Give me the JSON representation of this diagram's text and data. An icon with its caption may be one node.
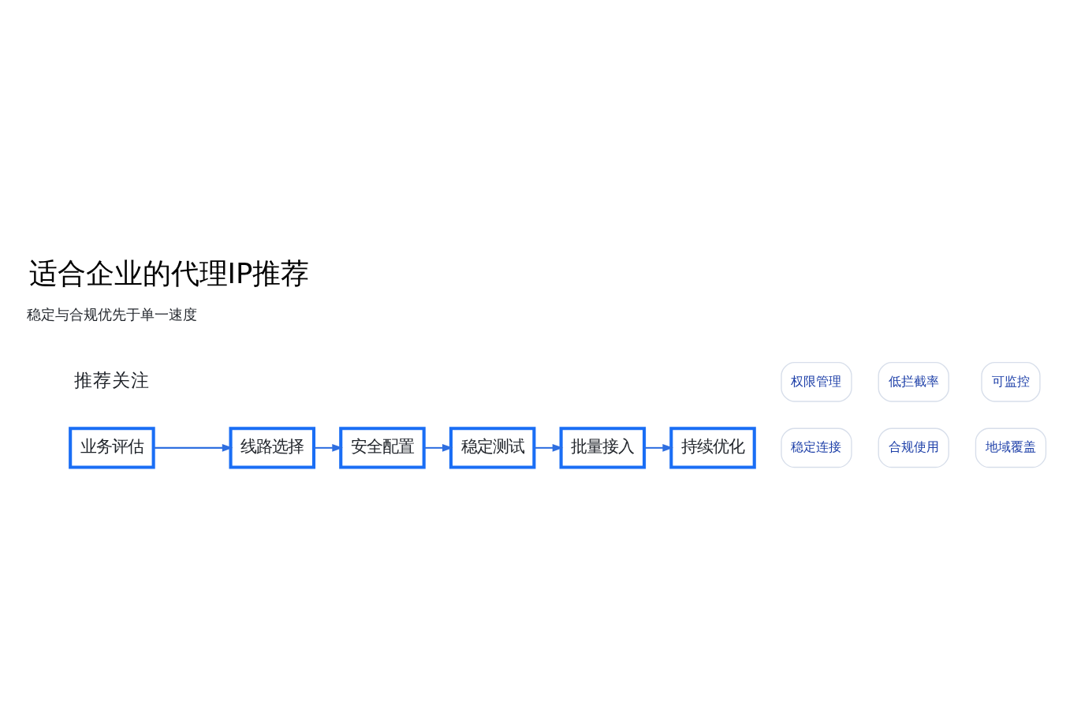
{
  "diagram": {
    "title": "适合企业的代理IP推荐",
    "nodes": [
      {
        "text": [
          "业务评估"
        ]
      },
      {
        "text": [
          "线路选择"
        ]
      },
      {
        "text": [
          "安全配置"
        ]
      },
      {
        "text": [
          "稳定测试"
        ]
      },
      {
        "text": [
          "批量接入"
        ]
      },
      {
        "text": [
          "持续优化"
        ]
      },
      {
        "text": [
          "稳定连接"
        ]
      },
      {
        "text": [
          "合规使用"
        ]
      },
      {
        "text": [
          "地域覆盖"
        ]
      },
      {
        "text": [
          "权限管理"
        ]
      },
      {
        "text": [
          "低拦截率"
        ]
      },
      {
        "text": [
          "可监控"
        ]
      }
    ],
    "edges": [
      {
        "from": 0,
        "to": 1,
        "arrow": "to"
      },
      {
        "from": 1,
        "to": 2,
        "arrow": "to"
      },
      {
        "from": 2,
        "to": 3,
        "arrow": "to"
      },
      {
        "from": 3,
        "to": 4,
        "arrow": "to"
      },
      {
        "from": 4,
        "to": 5,
        "arrow": "to"
      }
    ],
    "labels": [
      "推荐关注",
      "稳定与合规优先于单一速度"
    ]
  }
}
